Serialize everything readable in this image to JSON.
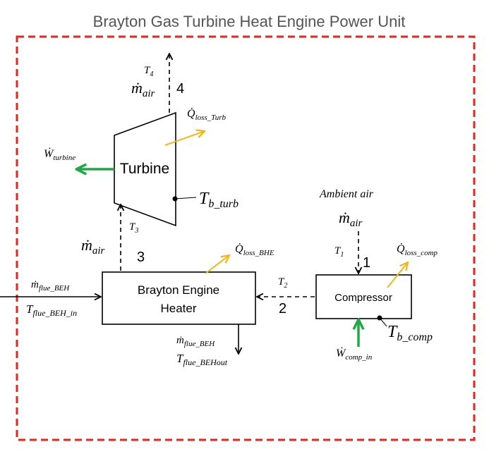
{
  "title": "Brayton Gas Turbine Heat Engine Power Unit",
  "colors": {
    "boundary": "#e8261c",
    "loss_arrow": "#f2b71a",
    "work_arrow": "#21a846",
    "line": "#000000",
    "title_text": "#555555"
  },
  "components": {
    "turbine": "Turbine",
    "heater_line1": "Brayton Engine",
    "heater_line2": "Heater",
    "compressor": "Compressor"
  },
  "states": {
    "s1": "1",
    "s2": "2",
    "s3": "3",
    "s4": "4"
  },
  "labels": {
    "T4": {
      "base": "T",
      "sub": "4"
    },
    "m_air_top": {
      "base": "ṁ",
      "sub": "air"
    },
    "Q_loss_turb": {
      "base": "Q̇",
      "sub": "loss_Turb"
    },
    "W_turbine": {
      "base": "Ẇ",
      "sub": "turbine"
    },
    "T_b_turb": {
      "base": "T",
      "sub": "b_turb"
    },
    "m_air_left": {
      "base": "ṁ",
      "sub": "air"
    },
    "T3": {
      "base": "T",
      "sub": "3"
    },
    "ambient_air": "Ambient air",
    "m_air_right": {
      "base": "ṁ",
      "sub": "air"
    },
    "T1": {
      "base": "T",
      "sub": "1"
    },
    "Q_loss_comp": {
      "base": "Q̇",
      "sub": "loss_comp"
    },
    "Q_loss_BHE": {
      "base": "Q̇",
      "sub": "loss_BHE"
    },
    "T2": {
      "base": "T",
      "sub": "2"
    },
    "m_flue_BEH": {
      "base": "ṁ",
      "sub": "flue_BEH"
    },
    "T_flue_BEH_in": {
      "base": "T",
      "sub": "flue_BEH_in"
    },
    "m_flue_BEH_out": {
      "base": "ṁ",
      "sub": "flue_BEH"
    },
    "T_flue_BEHout": {
      "base": "T",
      "sub": "flue_BEHout"
    },
    "T_b_comp": {
      "base": "T",
      "sub": "b_comp"
    },
    "W_comp_in": {
      "base": "Ẇ",
      "sub": "comp_in"
    }
  }
}
